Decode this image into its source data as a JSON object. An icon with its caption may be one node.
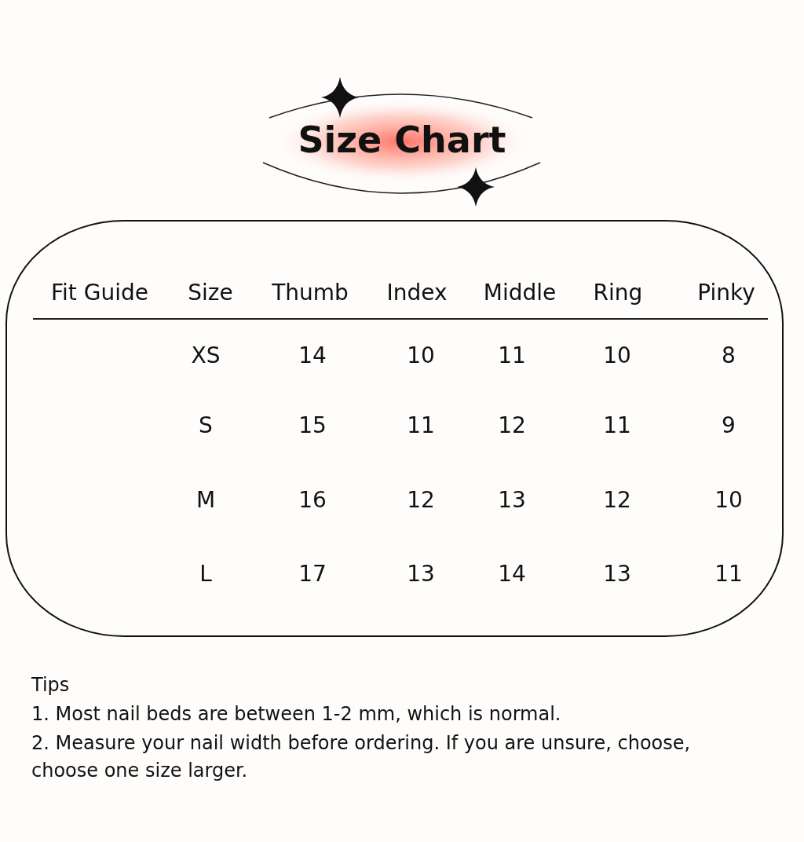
{
  "diagram": {
    "title": "Size Chart",
    "labels": [
      "Fit Guide",
      "Size",
      "Thumb",
      "Index",
      "Middle",
      "Ring",
      "Pinky",
      "XS",
      "14",
      "10",
      "11",
      "10",
      "8",
      "S",
      "15",
      "11",
      "12",
      "11",
      "9",
      "M",
      "16",
      "12",
      "13",
      "12",
      "10",
      "L",
      "17",
      "13",
      "14",
      "13",
      "11",
      "Tips",
      "1. Most nail beds are between 1-2 mm, which is normal.",
      "2. Measure your nail width before ordering. If you are unsure, choose, choose one size larger."
    ]
  }
}
